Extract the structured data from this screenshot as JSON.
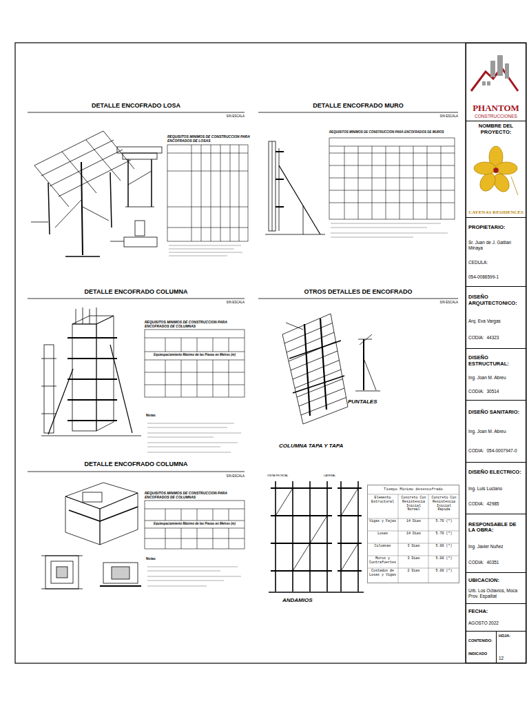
{
  "diagram": {
    "nodes": [
      {
        "text": [
          "PHANTOM",
          "CONSTRUCCIONES"
        ]
      },
      {
        "text": [
          "NOMBRE DEL PROYECTO:",
          "CAYENAS RESIDENCES"
        ]
      },
      {
        "text": [
          "PROPIETARIO:",
          "Sr. Juan de J. Gatlian Minaya",
          "CEDULA:",
          "054-0086599-1"
        ]
      },
      {
        "text": [
          "DISEÑO ARQUITECTONICO:",
          "Arq. Eva Vargas",
          "CODIA:",
          "44323"
        ]
      },
      {
        "text": [
          "DISEÑO ESTRUCTURAL:",
          "Ing. Joan M. Abreu",
          "CODIA:",
          "30514"
        ]
      },
      {
        "text": [
          "DISEÑO SANITARIO:",
          "Ing. Joan M. Abreu",
          "CODIA:",
          "054-0007947-0"
        ]
      },
      {
        "text": [
          "DISEÑO ELECTRICO:",
          "Ing. Luis Luciano",
          "CODIA:",
          "42985"
        ]
      },
      {
        "text": [
          "RESPONSABLE DE LA OBRA:",
          "Ing. Javier Nuñez",
          "CODIA:",
          "40351"
        ]
      },
      {
        "text": [
          "UBICACION:",
          "Urb. Los Octavios, Moca Prov. Espaillat"
        ]
      },
      {
        "text": [
          "FECHA:",
          "AGOSTO 2022"
        ]
      },
      {
        "text": [
          "CONTENIDO:",
          "INDICADO"
        ]
      },
      {
        "text": [
          "HOJA:",
          "12"
        ]
      },
      {
        "text": [
          "Tiempo Mínimo desencofrado"
        ]
      }
    ],
    "labels": [
      "DETALLE ENCOFRADO LOSA",
      "SIN ESCALA",
      "REQUISITOS MINIMOS DE CONSTRUCCION PARA ENCOFRADOS DE LOSAS",
      "DETALLE ENCOFRADO MURO",
      "SIN ESCALA",
      "REQUISITOS MINIMOS DE CONSTRUCCION PARA ENCOFRADOS DE MUROS",
      "DETALLE ENCOFRADO COLUMNA",
      "SIN ESCALA",
      "REQUISITOS MINIMOS DE CONSTRUCCION PARA ENCOFRADOS DE COLUMNAS",
      "Equiespaciamiento Máximo de las Piezas en Metros (m)",
      "Notas",
      "OTROS DETALLES DE ENCOFRADO",
      "SIN ESCALA",
      "PUNTALES",
      "COLUMNA TAPA Y TAPA",
      "DETALLE ENCOFRADO COLUMNA",
      "SIN ESCALA",
      "REQUISITOS MINIMOS DE CONSTRUCCION PARA ENCOFRADOS DE COLUMNAS",
      "Equiespaciamiento Máximo de las Piezas en Metros (m)",
      "Notas",
      "VISTA FRONTAL",
      "LATERAL",
      "ANDAMIOS",
      "Elemento Estructural",
      "Concreto Con Resistencia Inicial Normal",
      "Concreto Con Resistencia Inicial Rapida",
      "Vigas y Fajas",
      "14 Dias",
      "5.70 (*)",
      "Losas",
      "14 Dias",
      "5.70 (*)",
      "Columnas",
      "3 Dias",
      "5.00 (*)",
      "Muros y Contrafuertes",
      "3 Dias",
      "5.00 (*)",
      "Costados de Losas y Vigas",
      "2 Dias",
      "5.00 (*)"
    ]
  }
}
